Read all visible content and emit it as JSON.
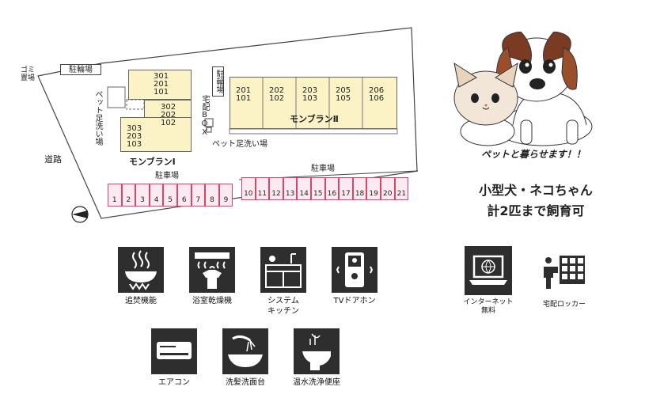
{
  "site_map": {
    "bicycle_parking": "駐輪場",
    "garbage": "ゴミ置場",
    "pet_wash_left": "ペット足洗い場",
    "pet_wash_bottom": "ペット足洗い場",
    "road": "道路",
    "bicycle_parking_2": "駐輪場",
    "delivery_box": "宅配BOX",
    "parking_left_label": "駐車場",
    "parking_right_label": "駐車場",
    "building_1": {
      "name": "モンブランⅠ",
      "rooms": [
        "301\n201\n101",
        "302\n202\n102",
        "303\n203\n103"
      ]
    },
    "building_2": {
      "name": "モンブランⅡ",
      "rooms": [
        "201\n101",
        "202\n102",
        "203\n103",
        "205\n105",
        "206\n106"
      ]
    },
    "parking_left": [
      "1",
      "2",
      "3",
      "4",
      "5",
      "6",
      "7",
      "8",
      "9"
    ],
    "parking_right": [
      "10",
      "11",
      "12",
      "13",
      "14",
      "15",
      "16",
      "17",
      "18",
      "19",
      "20",
      "21"
    ]
  },
  "pet_promo": {
    "caption": "ペットと暮らせます！！",
    "line1": "小型犬・ネコちゃん",
    "line2": "計2匹まで飼育可"
  },
  "equipment": [
    {
      "icon": "reheat-bath-icon",
      "label": "追焚機能"
    },
    {
      "icon": "bathroom-dryer-icon",
      "label": "浴室乾燥機"
    },
    {
      "icon": "system-kitchen-icon",
      "label": "システム\nキッチン"
    },
    {
      "icon": "tv-intercom-icon",
      "label": "TVドアホン"
    },
    {
      "icon": "air-conditioner-icon",
      "label": "エアコン"
    },
    {
      "icon": "shampoo-vanity-icon",
      "label": "洗髪洗面台"
    },
    {
      "icon": "washlet-toilet-icon",
      "label": "温水洗浄便座"
    },
    {
      "icon": "internet-free-icon",
      "label": "インターネット\n無料"
    },
    {
      "icon": "delivery-locker-icon",
      "label": "宅配ロッカー"
    }
  ]
}
